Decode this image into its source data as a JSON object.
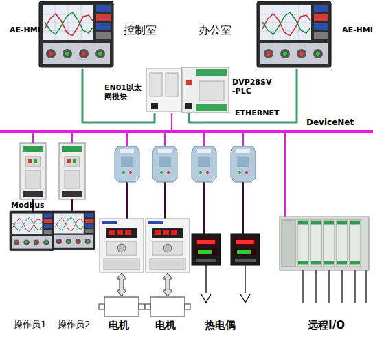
{
  "diagram": {
    "nodes": [
      {
        "text": [
          "AE-HMI",
          "控制室"
        ]
      },
      {
        "text": [
          "办公室",
          "AE-HMI"
        ]
      },
      {
        "text": [
          "EN01以太网模块",
          "DVP28SV-PLC"
        ]
      },
      {
        "text": [
          "DeviceNet"
        ]
      },
      {
        "text": [
          "操作员1"
        ]
      },
      {
        "text": [
          "操作员2"
        ]
      },
      {
        "text": [
          "电机"
        ]
      },
      {
        "text": [
          "电机"
        ]
      },
      {
        "text": [
          "热电偶"
        ]
      },
      {
        "text": [
          "远程I/O"
        ]
      }
    ],
    "edges": [
      {
        "from": 0,
        "to": 2,
        "arrow": "none"
      },
      {
        "from": 1,
        "to": 2,
        "arrow": "none"
      },
      {
        "from": 2,
        "to": 3,
        "arrow": "none"
      },
      {
        "from": 3,
        "to": 4,
        "label": "Modbus",
        "arrow": "none"
      },
      {
        "from": 3,
        "to": 5,
        "arrow": "none"
      },
      {
        "from": 3,
        "to": 6,
        "arrow": "none"
      },
      {
        "from": 3,
        "to": 7,
        "arrow": "none"
      },
      {
        "from": 3,
        "to": 8,
        "arrow": "none"
      },
      {
        "from": 3,
        "to": 8,
        "arrow": "none"
      },
      {
        "from": 3,
        "to": 9,
        "arrow": "none"
      }
    ],
    "labels": [
      "ETHERNET"
    ]
  }
}
